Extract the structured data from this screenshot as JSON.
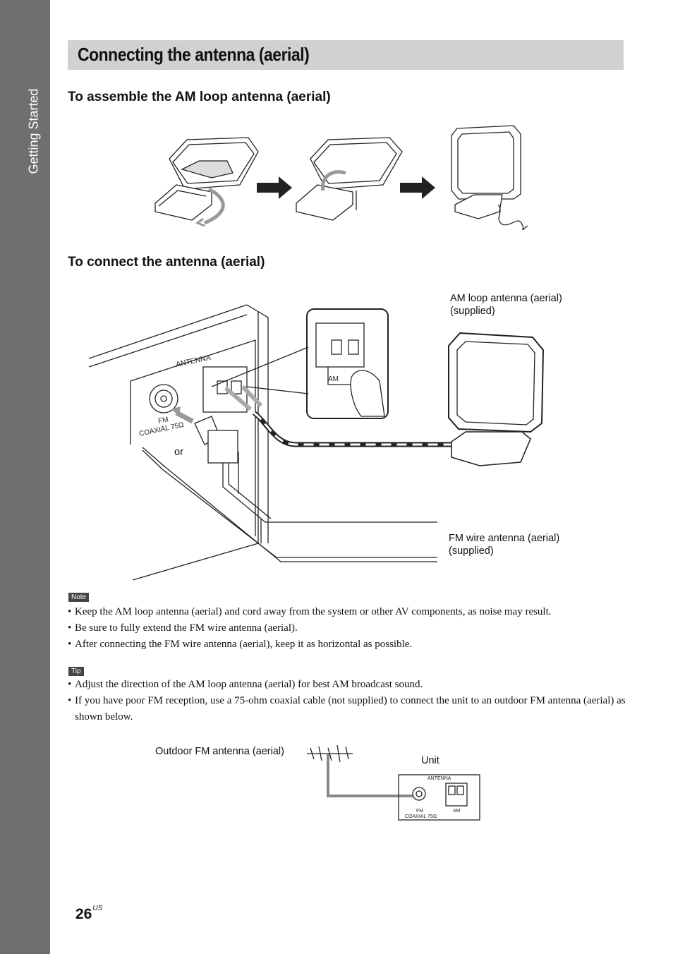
{
  "sidebar": {
    "section_label": "Getting Started"
  },
  "page": {
    "title": "Connecting the antenna (aerial)",
    "number": "26",
    "number_suffix": "US"
  },
  "assemble": {
    "heading": "To assemble the AM loop antenna (aerial)"
  },
  "connect": {
    "heading": "To connect the antenna (aerial)",
    "am_loop_label_line1": "AM loop antenna (aerial)",
    "am_loop_label_line2": "(supplied)",
    "fm_wire_label_line1": "FM wire antenna (aerial)",
    "fm_wire_label_line2": "(supplied)",
    "or_label": "or",
    "panel_antenna": "ANTENNA",
    "panel_fm": "FM",
    "panel_coaxial": "COAXIAL 75Ω",
    "panel_am_partial": "AM"
  },
  "note": {
    "badge": "Note",
    "items": [
      "Keep the AM loop antenna (aerial) and cord away from the system or other AV components, as noise may result.",
      "Be sure to fully extend the FM wire antenna (aerial).",
      "After connecting the FM wire antenna (aerial), keep it as horizontal as possible."
    ]
  },
  "tip": {
    "badge": "Tip",
    "items": [
      "Adjust the direction of the AM loop antenna (aerial) for best AM broadcast sound.",
      "If you have poor FM reception, use a 75-ohm coaxial cable (not supplied) to connect the unit to an outdoor FM antenna (aerial) as shown below."
    ]
  },
  "outdoor": {
    "antenna_label": "Outdoor FM antenna (aerial)",
    "unit_label": "Unit",
    "panel_antenna": "ANTENNA",
    "panel_fm": "FM",
    "panel_coaxial": "COAXIAL 75Ω",
    "panel_am": "AM"
  }
}
